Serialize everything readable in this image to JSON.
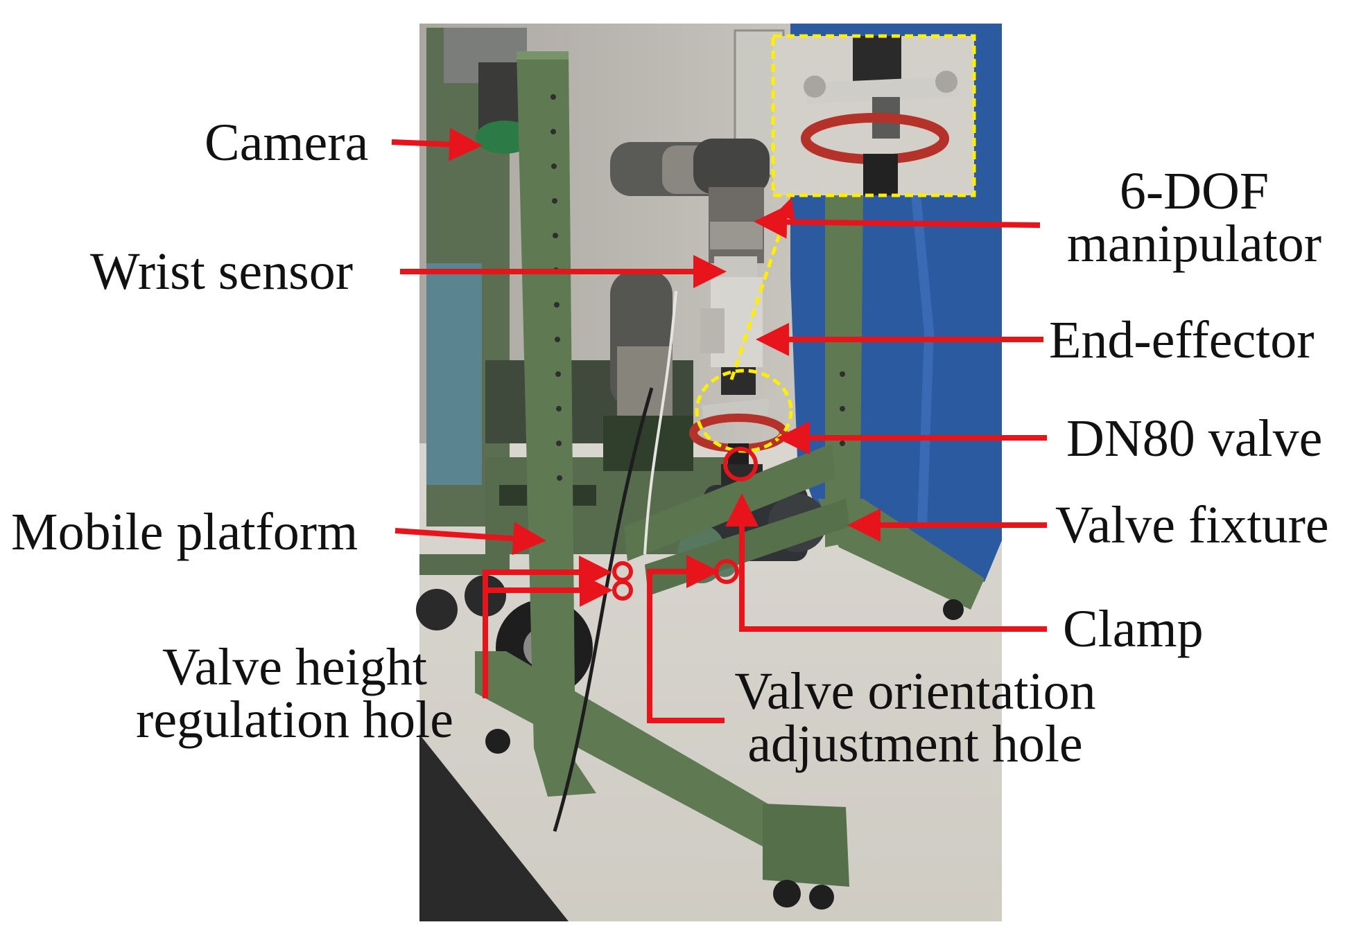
{
  "labels": {
    "camera": "Camera",
    "wrist_sensor": "Wrist sensor",
    "manipulator_line1": "6-DOF",
    "manipulator_line2": "manipulator",
    "end_effector": "End-effector",
    "dn80_valve": "DN80 valve",
    "valve_fixture": "Valve fixture",
    "mobile_platform": "Mobile platform",
    "clamp": "Clamp",
    "height_hole_line1": "Valve height",
    "height_hole_line2": "regulation hole",
    "orientation_hole_line1": "Valve orientation",
    "orientation_hole_line2": "adjustment hole"
  },
  "colors": {
    "annotation_red": "#e8141b",
    "highlight_yellow": "#ffee00",
    "frame_green": "#5f7a53",
    "backdrop_blue": "#2c5aa0",
    "valve_handwheel": "#b5322a"
  }
}
